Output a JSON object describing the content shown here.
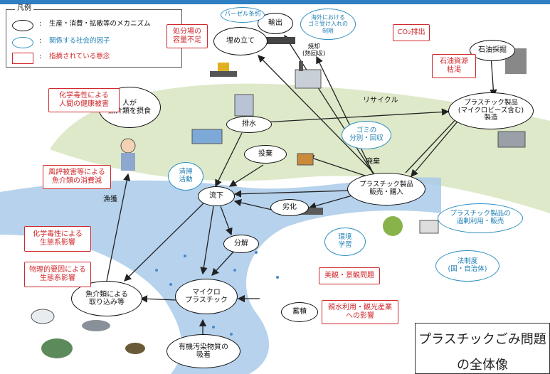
{
  "legend": {
    "title": "凡例",
    "items": [
      {
        "symbol": ":",
        "text": "生産・消費・拡散等のメカニズム",
        "color": "#111111"
      },
      {
        "symbol": ":",
        "text": "関係する社会的因子",
        "color": "#2d8fc0"
      },
      {
        "symbol": ":",
        "text": "指摘されている懸念",
        "color": "#d0282c"
      }
    ]
  },
  "nodes": {
    "landfill": "埋め立て",
    "export": "輸出",
    "incineration": "焼却\n(熱回収)",
    "oil_mining": "石油採掘",
    "plastic_products": "プラスチック製品\n(マイクロビーズ含む)\n製造",
    "human_eats": "人が\n魚介類を摂食",
    "drainage": "排水",
    "dumping": "投棄",
    "sales": "プラスチック製品\n販売・購入",
    "runoff": "流下",
    "degradation": "劣化",
    "decomposition": "分解",
    "microplastic": "マイクロ\nプラスチック",
    "fish_uptake": "魚介類による\n取り込み等",
    "accumulation": "蓄積",
    "pollutant_adsorption": "有機汚染物質の\n吸着"
  },
  "social_factors": {
    "basel": "バーゼル条約",
    "overseas": "海外における\nゴミ受け入れの\n制限",
    "sorting": "ゴミの\n分別・回収",
    "cleanup": "清掃\n活動",
    "env_education": "環境\n学習",
    "overuse": "プラスチック製品の\n過剰利用・販売",
    "legislation": "法制度\n(国・自治体)"
  },
  "concerns": {
    "landfill_shortage": "処分場の\n容量不足",
    "co2_prefix": "CO",
    "co2_sub": "2",
    "co2_suffix": "排出",
    "oil_depletion": "石油資源\n枯渇",
    "human_health": "化学毒性による\n人間の健康被害",
    "reputation": "風評被害等による\n魚介類の消費減",
    "chem_eco": "化学毒性による\n生態系影響",
    "phys_eco": "物理的要因による\n生態系影響",
    "scenery": "美観・景観問題",
    "tourism": "親水利用・観光産業\nへの影響"
  },
  "edge_labels": {
    "recycle": "リサイクル",
    "discard": "廃棄",
    "fishing": "漁獲"
  },
  "caption": {
    "line1": "プラスチックごみ問題",
    "line2": "の全体像"
  },
  "colors": {
    "top_bar": "#2f7fc3",
    "land_green": "#dfeacb",
    "river_blue": "#9fc4e6",
    "concern_red": "#d0282c",
    "factor_blue": "#2d8fc0"
  }
}
